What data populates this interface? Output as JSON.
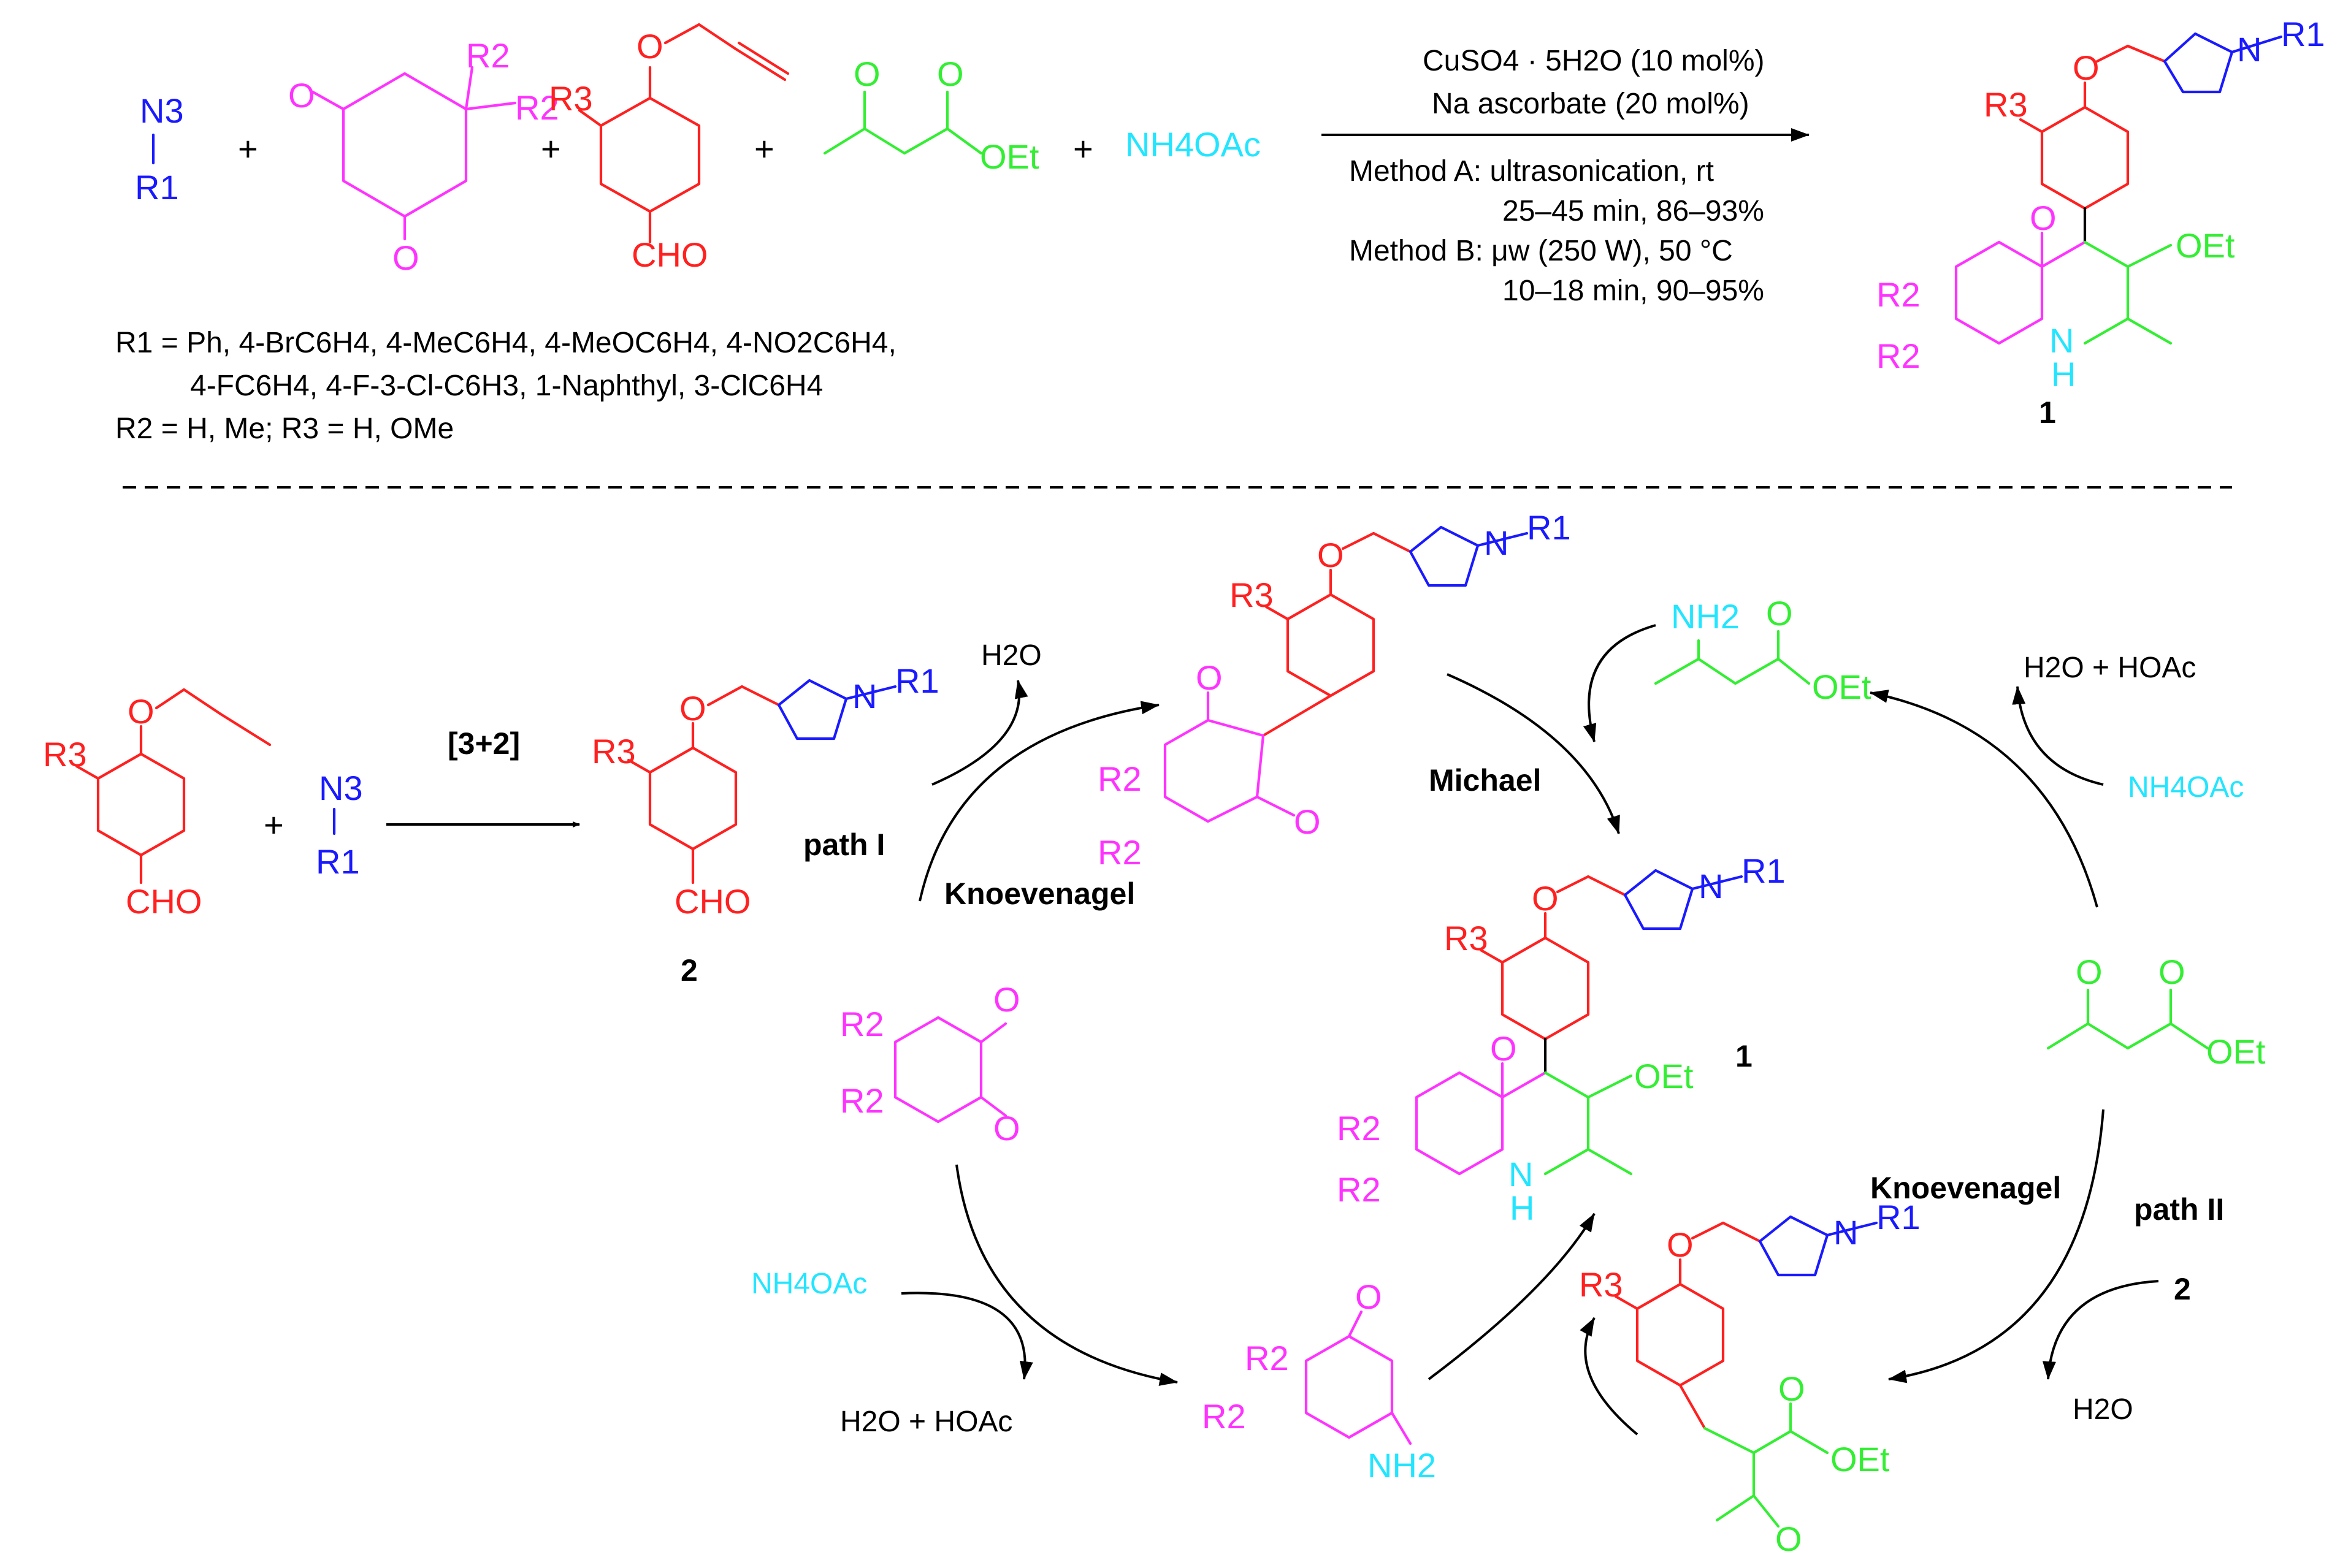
{
  "colors": {
    "black": "#000000",
    "blue": "#1a1aff",
    "magenta": "#ff33ff",
    "red": "#ff2020",
    "green": "#33ee33",
    "cyan": "#22e5ff"
  },
  "top": {
    "azide_N3": "N3",
    "azide_R1": "R1",
    "plus": "+",
    "dione_R2_a": "R2",
    "dione_R2_b": "R2",
    "O": "O",
    "ald_R3": "R3",
    "CHO": "CHO",
    "OEt": "OEt",
    "nh4oac": "NH4OAc",
    "cond1": "CuSO4 · 5H2O (10 mol%)",
    "cond2": "Na ascorbate (20 mol%)",
    "methodA_1": "Method A: ultrasonication, rt",
    "methodA_2": "25–45 min, 86–93%",
    "methodB_1": "Method B: μw (250 W), 50 °C",
    "methodB_2": "10–18 min, 90–95%",
    "r1_line1": "R1 = Ph, 4-BrC6H4, 4-MeC6H4, 4-MeOC6H4, 4-NO2C6H4,",
    "r1_line2": "4-FC6H4, 4-F-3-Cl-C6H3, 1-Naphthyl, 3-ClC6H4",
    "r23_line": "R2 = H, Me;  R3 = H, OMe",
    "product_label": "1",
    "N": "N",
    "H": "H"
  },
  "mech": {
    "cyclo": "[3+2]",
    "label_2": "2",
    "label_1": "1",
    "label_2b": "2",
    "h2o_a": "H2O",
    "h2o_b": "H2O",
    "h2o_hoac_a": "H2O + HOAc",
    "h2o_hoac_b": "H2O + HOAc",
    "nh4oac_a": "NH4OAc",
    "nh4oac_b": "NH4OAc",
    "path1": "path I",
    "path2": "path II",
    "knoev_a": "Knoevenagel",
    "knoev_b": "Knoevenagel",
    "michael": "Michael",
    "NH2": "NH2",
    "OEt": "OEt"
  }
}
